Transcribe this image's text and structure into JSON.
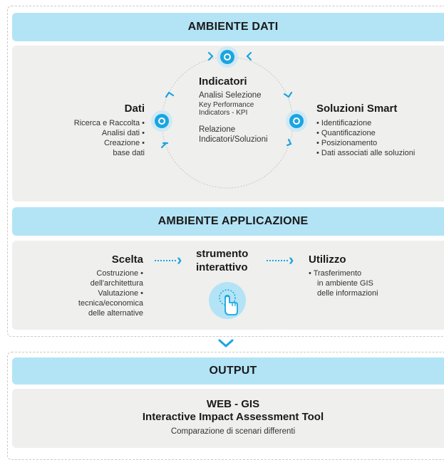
{
  "section_dati": {
    "title": "AMBIENTE DATI",
    "indicatori": {
      "title": "Indicatori",
      "lines": [
        "Analisi Selezione",
        "Key Performance",
        "Indicators - KPI"
      ],
      "relation_lines": [
        "Relazione",
        "Indicatori/Soluzioni"
      ]
    },
    "dati": {
      "title": "Dati",
      "lines": [
        "Ricerca e Raccolta •",
        "Analisi dati •",
        "Creazione •",
        "base dati"
      ]
    },
    "soluzioni": {
      "title": "Soluzioni Smart",
      "lines": [
        "• Identificazione",
        "• Quantificazione",
        "• Posizionamento",
        "• Dati associati alle soluzioni"
      ]
    }
  },
  "section_applicazione": {
    "title": "AMBIENTE APPLICAZIONE",
    "scelta": {
      "title": "Scelta",
      "lines": [
        "Costruzione •",
        "dell'architettura",
        "Valutazione •",
        "tecnica/economica",
        "delle alternative"
      ]
    },
    "strumento": {
      "title_lines": [
        "strumento",
        "interattivo"
      ]
    },
    "utilizzo": {
      "title": "Utilizzo",
      "lines": [
        "• Trasferimento",
        "in ambiente GIS",
        "delle informazioni"
      ]
    }
  },
  "section_output": {
    "title": "OUTPUT",
    "heading_lines": [
      "WEB - GIS",
      "Interactive Impact Assessment Tool"
    ],
    "subtitle": "Comparazione di scenari differenti"
  },
  "colors": {
    "accent": "#1aa5e0",
    "band": "#b3e4f6",
    "panel": "#efefee",
    "ring_halo": "#cfe9f5"
  },
  "icons": [
    "refresh-arrow-icon",
    "chevron-right-icon",
    "chevron-down-icon",
    "touch-hand-icon"
  ]
}
